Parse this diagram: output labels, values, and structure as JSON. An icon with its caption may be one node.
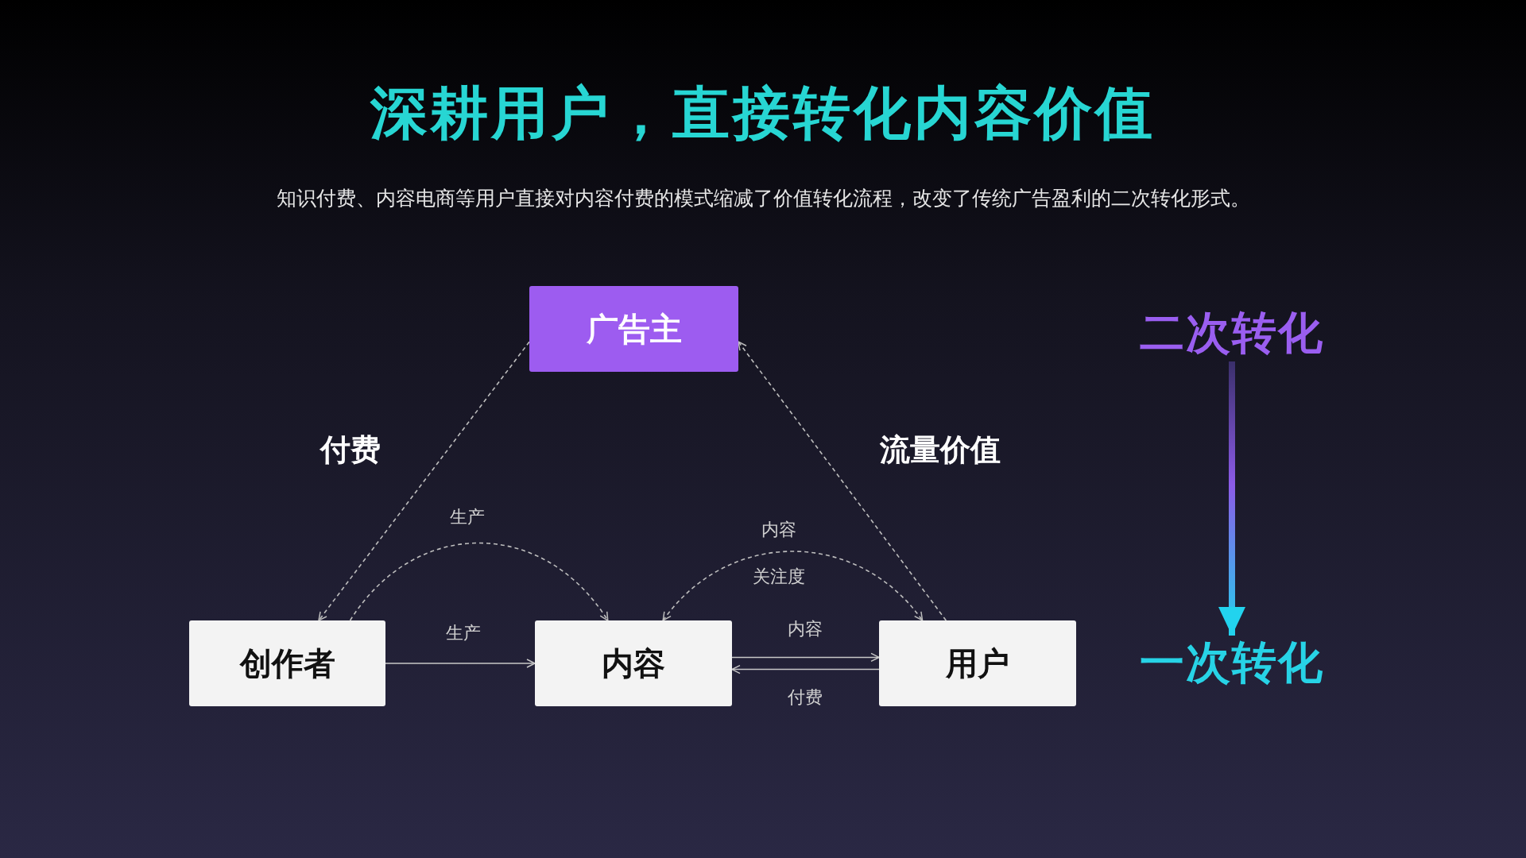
{
  "diagram": {
    "title": "深耕用户，直接转化内容价值",
    "nodes": [
      {
        "text": [
          "广告主"
        ]
      },
      {
        "text": [
          "二次转化"
        ]
      },
      {
        "text": [
          "创作者"
        ]
      },
      {
        "text": [
          "内容"
        ]
      },
      {
        "text": [
          "用户"
        ]
      },
      {
        "text": [
          "一次转化"
        ]
      }
    ],
    "edges": [
      {
        "from": 0,
        "to": 2,
        "arrow": "to",
        "style": "dashed",
        "label": "付费"
      },
      {
        "from": 4,
        "to": 0,
        "arrow": "to",
        "style": "dashed",
        "label": "流量价值"
      },
      {
        "from": 2,
        "to": 3,
        "arrow": "to",
        "style": "dashed",
        "label": "生产"
      },
      {
        "from": 3,
        "to": 4,
        "arrow": "both",
        "style": "dashed",
        "label": "内容"
      },
      {
        "from": 2,
        "to": 3,
        "arrow": "to",
        "label": "生产"
      },
      {
        "from": 3,
        "to": 4,
        "arrow": "to",
        "label": "内容"
      },
      {
        "from": 4,
        "to": 3,
        "arrow": "to",
        "label": "付费"
      },
      {
        "from": 1,
        "to": 5,
        "arrow": "to",
        "style": "thick"
      }
    ],
    "labels": [
      "知识付费、内容电商等用户直接对内容付费的模式缩减了价值转化流程，改变了传统广告盈利的二次转化形式。",
      "关注度"
    ]
  }
}
